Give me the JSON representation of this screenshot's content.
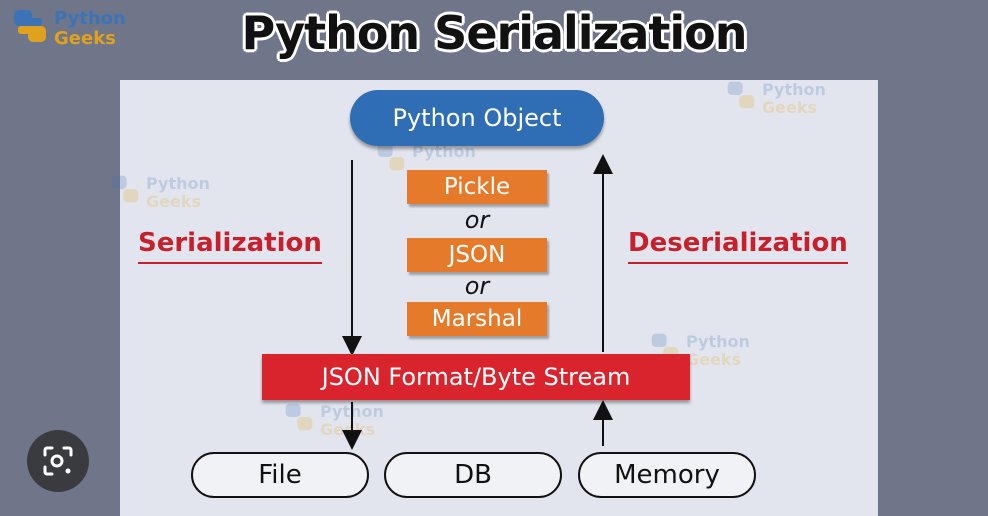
{
  "header": {
    "title": "Python Serialization",
    "logo": {
      "line1": "Python",
      "line2": "Geeks"
    }
  },
  "diagram": {
    "source": "Python Object",
    "methods": [
      "Pickle",
      "JSON",
      "Marshal"
    ],
    "separator": "or",
    "left_label": "Serialization",
    "right_label": "Deserialization",
    "format": "JSON Format/Byte Stream",
    "storage": [
      "File",
      "DB",
      "Memory"
    ]
  },
  "watermark": {
    "line1": "Python",
    "line2": "Geeks"
  },
  "overlay": {
    "lens_button": "lens-icon"
  },
  "colors": {
    "background": "#6f7689",
    "panel": "#e3e5ee",
    "source_pill": "#2f6db4",
    "method_box": "#e47a2a",
    "format_bar": "#d9242e",
    "label_red": "#c6202c",
    "logo_blue": "#3c73b6",
    "logo_yellow": "#e0a21e"
  }
}
